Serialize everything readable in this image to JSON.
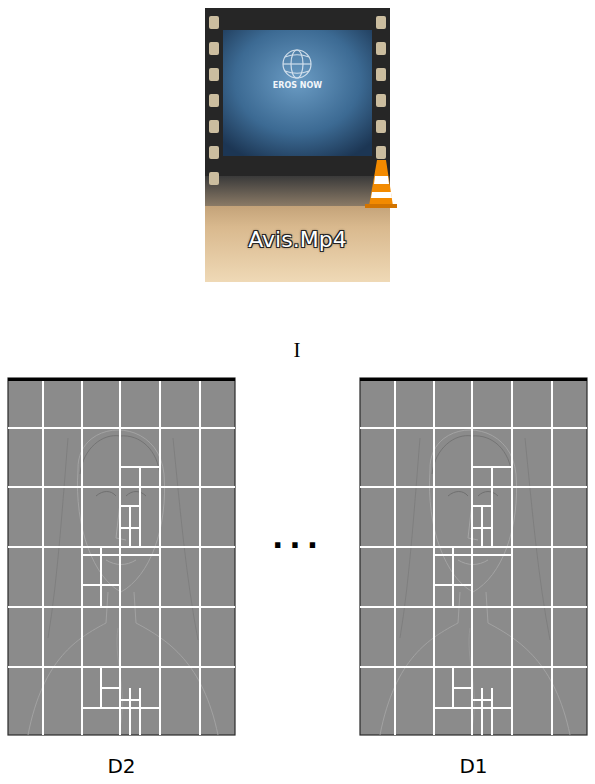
{
  "diagram": {
    "nodes": [
      {
        "text": [
          "Avis.Mp4"
        ]
      },
      {
        "text": [
          "D2"
        ]
      },
      {
        "text": [
          "D1"
        ]
      }
    ],
    "labels": [
      "EROS NOW",
      "I",
      "..."
    ]
  }
}
